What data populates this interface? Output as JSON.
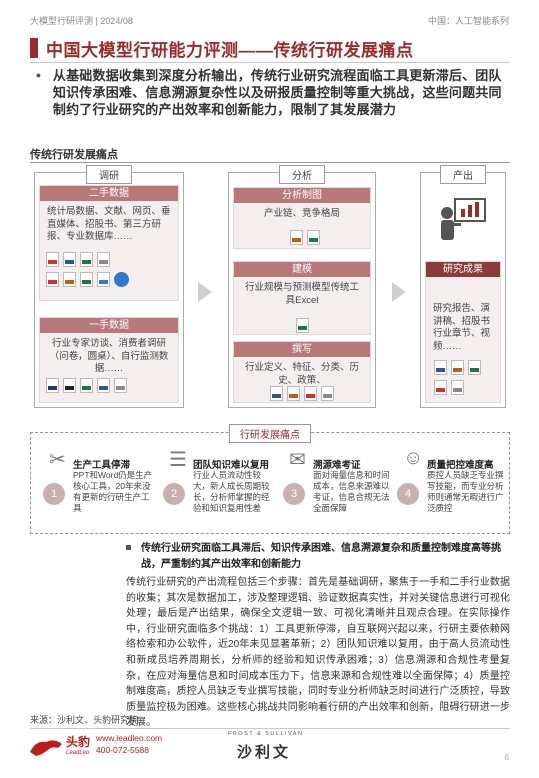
{
  "header": {
    "left": "大模型行研评测 | 2024/08",
    "right": "中国：人工智能系列"
  },
  "title": "中国大模型行研能力评测——传统行研发展痛点",
  "summary": {
    "bullet": "•",
    "text": "从基础数据收集到深度分析输出，传统行业研究流程面临工具更新滞后、团队知识传承困难、信息溯源复杂性以及研报质量控制等重大挑战，这些问题共同制约了行业研究的产出效率和创新能力，限制了其发展潜力"
  },
  "section_label": "传统行研发展痛点",
  "columns": {
    "research": {
      "label": "调研",
      "secondary": {
        "title": "二手数据",
        "body": "统计局数据、文献、网页、垂直媒体、招股书、第三方研报、专业数据库……"
      },
      "primary": {
        "title": "一手数据",
        "body": "行业专家访谈、消费者调研（问卷，圆桌）、自行监测数据……"
      }
    },
    "analysis": {
      "label": "分析",
      "charting": {
        "title": "分析制图",
        "body": "产业链、竞争格局"
      },
      "modeling": {
        "title": "建模",
        "body": "行业规模与预测模型传统工具Excel"
      },
      "writing": {
        "title": "撰写",
        "body": "行业定义、特征、分类、历史、政策、"
      }
    },
    "output": {
      "label": "产出",
      "result_title": "研究成果",
      "body": "研究报告、演讲稿、招股书行业章节、视频……"
    }
  },
  "pain_points": {
    "title": "行研发展痛点",
    "items": [
      {
        "num": "1",
        "name": "生产工具停滞",
        "desc": "PPT和Word仍是生产核心工具，20年来没有更新的行研生产工具",
        "icon": "tools-icon"
      },
      {
        "num": "2",
        "name": "团队知识难以复用",
        "desc": "行业人员流动性较大，新人成长周期较长，分析师掌握的经验和知识复用性差",
        "icon": "document-icon"
      },
      {
        "num": "3",
        "name": "溯源难考证",
        "desc": "面对海量信息和时间成本，信息来源难以考证，信息合规无法全面保障",
        "icon": "scroll-icon"
      },
      {
        "num": "4",
        "name": "质量把控难度高",
        "desc": "质控人员缺乏专业撰写技能，而专业分析师则通常无暇进行广泛质控",
        "icon": "head-icon"
      }
    ]
  },
  "insight": "传统行业研究面临工具滞后、知识传承困难、信息溯源复杂和质量控制难度高等挑战，严重制约其产出效率和创新能力",
  "body": "传统行业研究的产出流程包括三个步骤：首先是基础调研，聚焦于一手和二手行业数据的收集；其次是数据加工，涉及整理逻辑、验证数据真实性，并对关键信息进行可视化处理；最后是产出结果，确保全文逻辑一致、可视化清晰并且观点合理。在实际操作中，行业研究面临多个挑战：1）工具更新停滞，自互联网兴起以来，行研主要依赖网络检索和办公软件，近20年未见显著革新；2）团队知识难以复用，由于高人员流动性和新成员培养周期长，分析师的经验和知识传承困难；3）信息溯源和合规性考量复杂，在应对海量信息和时间成本压力下，信息来源和合规性难以全面保障；4）质量控制难度高，质控人员缺乏专业撰写技能，同时专业分析师缺乏时间进行广泛质控，导致质量监控极为困难。这些核心挑战共同影响着行研的产出效率和创新，阻碍行研进一步发展。",
  "source": "来源：沙利文、头豹研究院",
  "footer": {
    "brand_name": "头豹",
    "brand_en": "LeadLeo",
    "website": "www.leadleo.com",
    "phone": "400-072-5588",
    "partner_top": "FROST & SULLIVAN",
    "partner_name": "沙利文",
    "page": "6"
  },
  "colors": {
    "accent": "#9b2a2a",
    "sub_header": "#b9787a",
    "sub_header_dark": "#8c3a3c",
    "panel_bg": "#f4eeee",
    "brand_red": "#c21b1b"
  }
}
